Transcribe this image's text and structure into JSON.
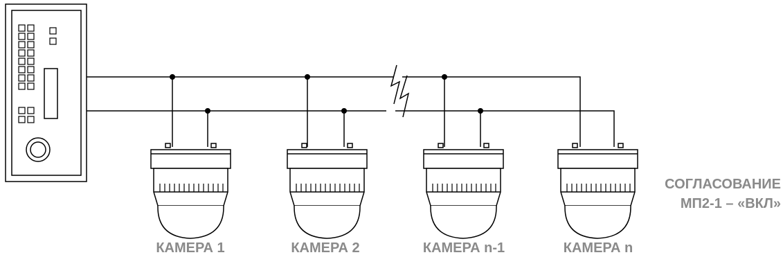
{
  "cameras": [
    {
      "label": "КАМЕРА 1"
    },
    {
      "label": "КАМЕРА 2"
    },
    {
      "label": "КАМЕРА n-1"
    },
    {
      "label": "КАМЕРА n"
    }
  ],
  "termination": {
    "line1": "СОГЛАСОВАНИЕ",
    "line2": "МП2-1 – «ВКЛ»"
  },
  "colors": {
    "line": "#000000",
    "label": "#8a8a8a",
    "background": "#ffffff"
  }
}
